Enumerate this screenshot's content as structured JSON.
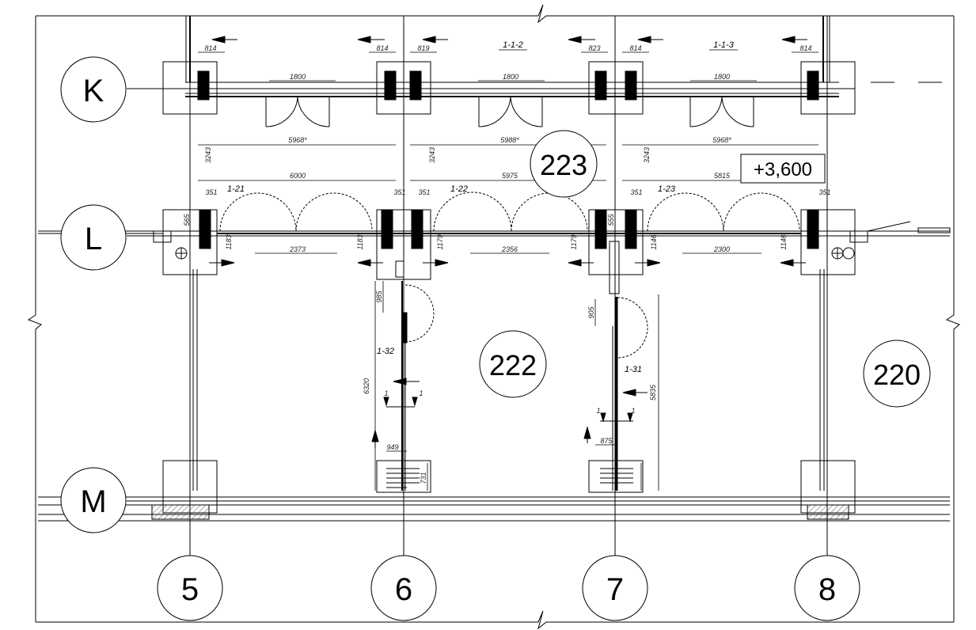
{
  "grid_rows": [
    "K",
    "L",
    "M"
  ],
  "grid_cols": [
    "5",
    "6",
    "7",
    "8"
  ],
  "rooms": [
    {
      "id": "r223",
      "label": "223"
    },
    {
      "id": "r222",
      "label": "222"
    },
    {
      "id": "r220",
      "label": "220"
    }
  ],
  "elevation": "+3,600",
  "section_tags": {
    "k2": "1-1-2",
    "k3": "1-1-3",
    "l1": "1-21",
    "l2": "1-22",
    "l3": "1-23",
    "m1": "1-32",
    "m2": "1-31"
  },
  "dims": {
    "k": [
      "814",
      "814",
      "819",
      "823",
      "814",
      "814",
      "1800",
      "1800",
      "1800",
      "5968*",
      "5988*",
      "5968*",
      "3243",
      "3243",
      "3243"
    ],
    "l": [
      "6000",
      "5975",
      "5815",
      "351",
      "351",
      "351",
      "351",
      "351",
      "2373",
      "2356",
      "2300",
      "1183",
      "1183",
      "1179",
      "1179",
      "1146",
      "1146",
      "565",
      "555"
    ],
    "m": [
      "985",
      "905",
      "6320",
      "5835",
      "949",
      "875",
      "731"
    ],
    "marks": [
      "1",
      "1",
      "1",
      "1"
    ]
  },
  "colors": {
    "ink": "#000000",
    "hatch": "#555555",
    "paper": "#ffffff"
  }
}
